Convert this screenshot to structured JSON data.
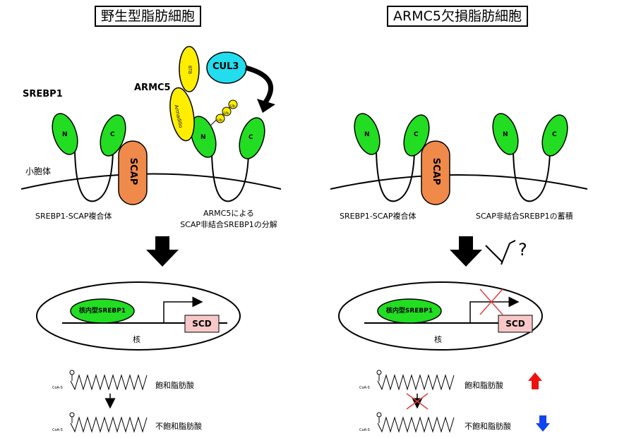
{
  "left_panel": {
    "title": "野生型脂肪細胞",
    "protein_label": "SREBP1",
    "armc5_label": "ARMC5",
    "cul3_label": "CUL3",
    "bts_label": "BTB",
    "armadillo_label": "Armadillo",
    "ub_label": "Ub",
    "n_label": "N",
    "c_label": "C",
    "scap_label": "SCAP",
    "er_label": "小胞体",
    "complex_label": "SREBP1-SCAP複合体",
    "degradation_label_line1": "ARMC5による",
    "degradation_label_line2": "SCAP非結合SREBP1の分解",
    "nuclear_srebp1_label": "核内型SREBP1",
    "scd_label": "SCD",
    "nucleus_label": "核",
    "coa_label": "CoA-S",
    "saturated_fa_label": "飽和脂肪酸",
    "unsaturated_fa_label": "不飽和脂肪酸"
  },
  "right_panel": {
    "title": "ARMC5欠損脂肪細胞",
    "n_label": "N",
    "c_label": "C",
    "scap_label": "SCAP",
    "complex_label": "SREBP1-SCAP複合体",
    "accumulation_label": "SCAP非結合SREBP1の蓄積",
    "question_mark": "?",
    "nuclear_srebp1_label": "核内型SREBP1",
    "scd_label": "SCD",
    "nucleus_label": "核",
    "coa_label": "CoA-S",
    "saturated_fa_label": "飽和脂肪酸",
    "unsaturated_fa_label": "不飽和脂肪酸"
  },
  "colors": {
    "srebp1_green": "#22dd22",
    "scap_orange": "#f08a4b",
    "armc5_yellow": "#ffee00",
    "cul3_cyan": "#22ddee",
    "scd_pink": "#f8c8c8",
    "inhibit_red": "#e04040",
    "up_arrow_red": "#ee1111",
    "down_arrow_blue": "#1144ee"
  }
}
